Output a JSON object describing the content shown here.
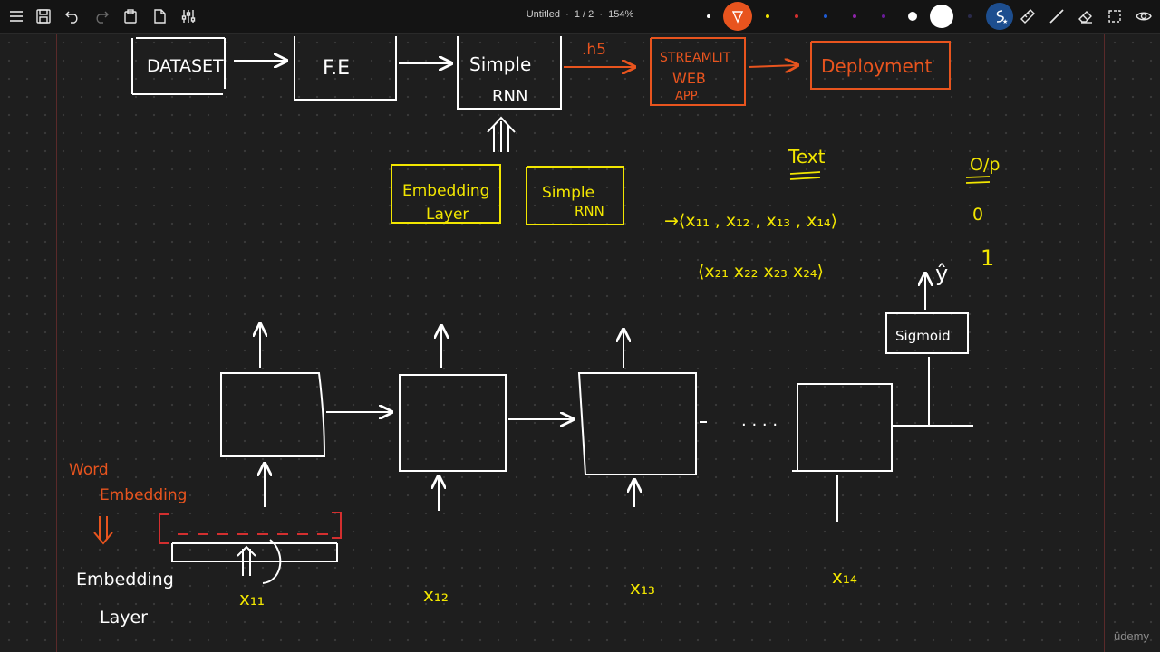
{
  "toolbar": {
    "doc_name": "Untitled",
    "page_indicator": "1 / 2",
    "zoom": "154%",
    "active_pen_color": "#e8541e",
    "palette": [
      "#ffffff",
      "#f2e600",
      "#d32f2f",
      "#1e5bd6",
      "#8e24aa",
      "#6a1b9a",
      "#ffffff",
      "#ffffff",
      "#0f172a"
    ]
  },
  "pipeline": {
    "dataset": "DATASET",
    "fe": "F.E",
    "simple_rnn_1": "Simple",
    "simple_rnn_2": "RNN",
    "h5_label": ".h5",
    "streamlit_1": "STREAMLIT",
    "streamlit_2": "WEB",
    "streamlit_3": "APP",
    "deployment": "Deployment"
  },
  "components": {
    "embedding_1": "Embedding",
    "embedding_2": "Layer",
    "simple_rnn_1": "Simple",
    "simple_rnn_2": "RNN"
  },
  "table": {
    "text_header": "Text",
    "op_header": "O/p",
    "row1_text": "→⟨x₁₁ , x₁₂ , x₁₃ , x₁₄⟩",
    "row1_op": "0",
    "row2_text": "⟨x₂₁ x₂₂ x₂₃ x₂₄⟩",
    "row2_op": "1",
    "yhat": "ŷ"
  },
  "rnn": {
    "sigmoid": "Sigmoid",
    "dots": ". . . .",
    "inputs": [
      "x₁₁",
      "x₁₂",
      "x₁₃",
      "x₁₄"
    ]
  },
  "notes": {
    "word_embedding_1": "Word",
    "word_embedding_2": "Embedding",
    "embedding_layer_1": "Embedding",
    "embedding_layer_2": "Layer"
  },
  "watermark": "ûdemy"
}
